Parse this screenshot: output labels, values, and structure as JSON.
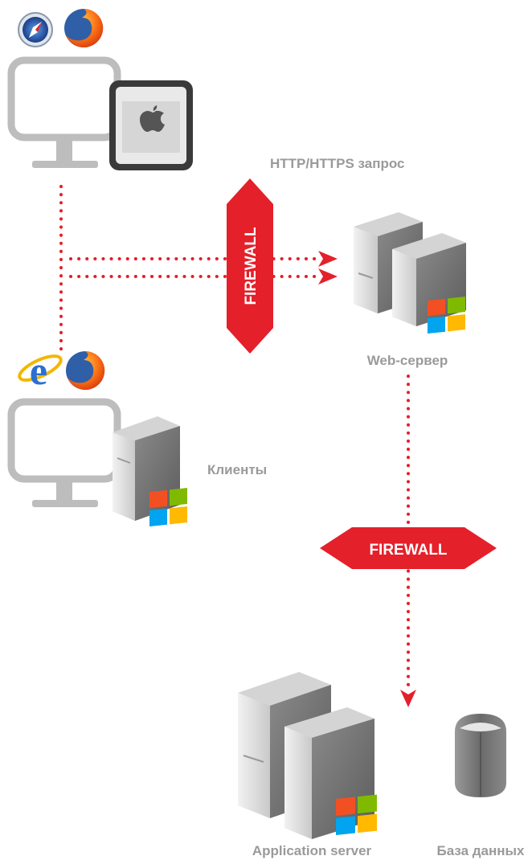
{
  "labels": {
    "request": "HTTP/HTTPS запрос",
    "web_server": "Web-сервер",
    "clients": "Клиенты",
    "app_server": "Application server",
    "database": "База данных"
  },
  "firewalls": {
    "vertical": "FIREWALL",
    "horizontal": "FIREWALL"
  },
  "colors": {
    "accent": "#e4202a",
    "label": "#9a9a9a",
    "device": "#bdbdbd"
  },
  "icons": {
    "client1_browsers": [
      "safari-icon",
      "firefox-icon"
    ],
    "client1_device": "mac-pro-icon",
    "client2_browsers": [
      "internet-explorer-icon",
      "firefox-icon"
    ],
    "client2_device": "windows-tower-icon"
  }
}
